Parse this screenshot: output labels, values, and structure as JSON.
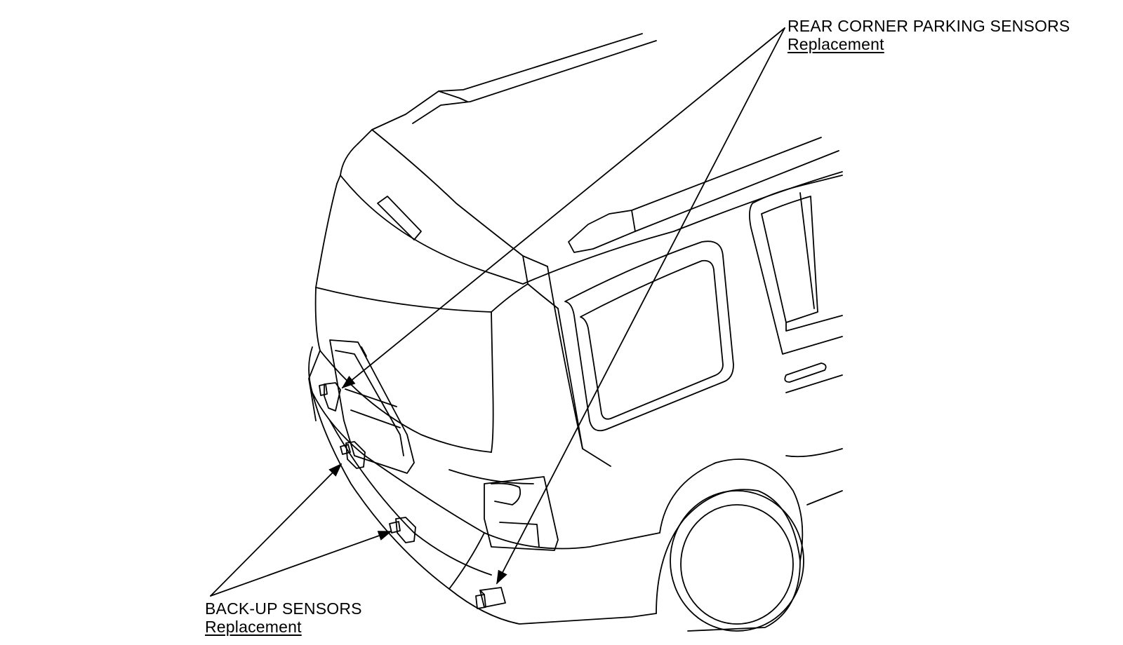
{
  "callouts": {
    "rear_corner": {
      "title": "REAR CORNER PARKING SENSORS",
      "link": "Replacement"
    },
    "backup": {
      "title": "BACK-UP SENSORS",
      "link": "Replacement"
    }
  },
  "colors": {
    "line": "#000000",
    "background": "#ffffff"
  }
}
